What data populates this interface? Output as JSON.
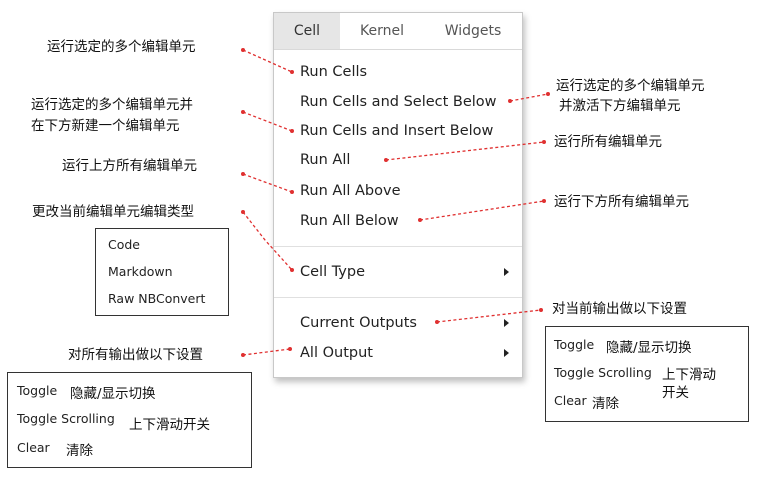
{
  "menubar": {
    "tabs": [
      "Cell",
      "Kernel",
      "Widgets"
    ]
  },
  "menu": {
    "run_cells": "Run Cells",
    "run_cells_select_below": "Run Cells and Select Below",
    "run_cells_insert_below": "Run Cells and Insert Below",
    "run_all": "Run All",
    "run_all_above": "Run All Above",
    "run_all_below": "Run All Below",
    "cell_type": "Cell Type",
    "current_outputs": "Current Outputs",
    "all_output": "All Output"
  },
  "annotations": {
    "run_cells": "运行选定的多个编辑单元",
    "run_cells_select_below_1": "运行选定的多个编辑单元",
    "run_cells_select_below_2": "并激活下方编辑单元",
    "run_cells_insert_below_1": "运行选定的多个编辑单元并",
    "run_cells_insert_below_2": "在下方新建一个编辑单元",
    "run_all": "运行所有编辑单元",
    "run_all_above": "运行上方所有编辑单元",
    "run_all_below": "运行下方所有编辑单元",
    "cell_type": "更改当前编辑单元编辑类型",
    "current_outputs": "对当前输出做以下设置",
    "all_output": "对所有输出做以下设置"
  },
  "cell_type_options": [
    "Code",
    "Markdown",
    "Raw NBConvert"
  ],
  "current_outputs_box": {
    "toggle": "Toggle",
    "toggle_desc": "隐藏/显示切换",
    "toggle_scrolling": "Toggle Scrolling",
    "toggle_scrolling_desc_1": "上下滑动",
    "toggle_scrolling_desc_2": "开关",
    "clear": "Clear",
    "clear_desc": "清除"
  },
  "all_output_box": {
    "toggle": "Toggle",
    "toggle_desc": "隐藏/显示切换",
    "toggle_scrolling": "Toggle Scrolling",
    "toggle_scrolling_desc": "上下滑动开关",
    "clear": "Clear",
    "clear_desc": "清除"
  },
  "colors": {
    "leader": "#e03030",
    "active_tab": "#e6e6e6"
  }
}
